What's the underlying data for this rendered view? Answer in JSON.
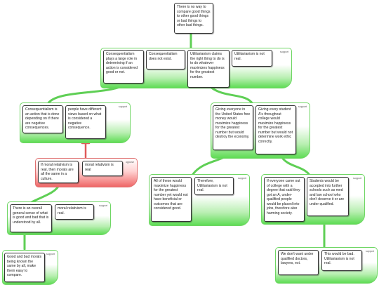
{
  "nodes": {
    "root": "There is no way to compare good things to other good things or bad things to other bad things.",
    "n1": "Consequentialism plays a large role in determining if an action is considered good or not.",
    "n2": "Consequentialism does not exist.",
    "n3": "Utilitarianism claims the right thing to do is to do whatever maximizes happiness for the greatest number.",
    "n4": "Utilitarianism is not real.",
    "n5": "Consequentialism is an action that is done depending on if there are negative consequences.",
    "n6": "people have different views based on what is considered a negative consequence.",
    "n7": "Giving everyone in the United States free money would maximize happiness for the greatest number but would destroy the economy.",
    "n8": "Giving every student A's throughout college would maximize happiness for the greatest number but would not determine work ethic correctly.",
    "n9": "If moral relativism is real, then morals are all the same in a culture.",
    "n10": "moral relativism is real",
    "n11": "All of these would maximize happiness for the greatest number yet would not have beneficial or outcomes that are considered good.",
    "n12": "Therefore, Utilitarianism is not real.",
    "n13": "If everyone came out of college with a degree that said they got an A, under-qualified people would be placed into jobs, therefore also harming society.",
    "n14": "Students would be accepted into further schools such as med and law school who don't deserve it or are under qualified.",
    "n15": "There is an overall general sense of what is good and bad that is understood by all.",
    "n16": "moral relativism is real.",
    "n17": "Good and bad morals being known the same by all, make them easy to compare.",
    "n18": "We don't want under qualified doctors, lawyers, ect.",
    "n19": "This would be bad. Utilitarianism is not real."
  },
  "labels": {
    "support": "support",
    "oppose": "oppose"
  },
  "colors": {
    "support_link": "#5fcf55",
    "oppose_link": "#e05a5a"
  }
}
